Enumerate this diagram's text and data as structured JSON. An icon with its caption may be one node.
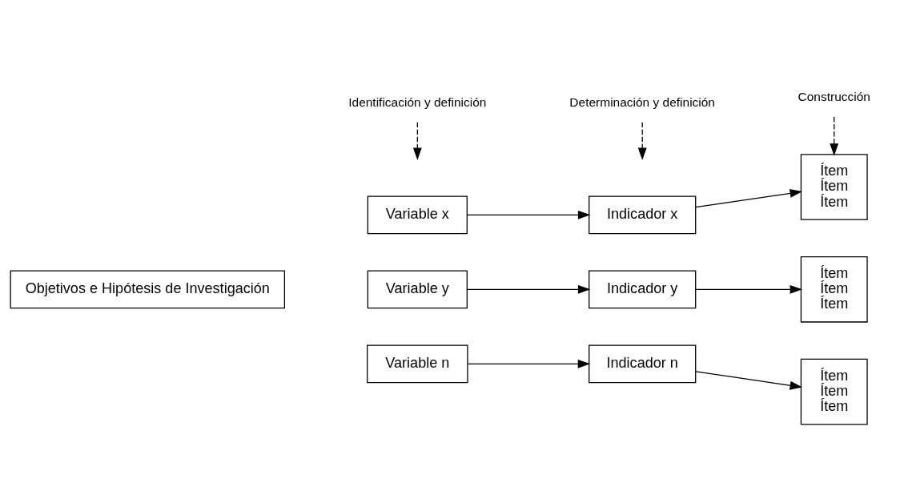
{
  "diagram": {
    "nodes": [
      {
        "text": [
          "Objetivos e Hipótesis de Investigación"
        ]
      },
      {
        "text": [
          "Identificación y definición"
        ]
      },
      {
        "text": [
          "Determinación y definición"
        ]
      },
      {
        "text": [
          "Construcción"
        ]
      },
      {
        "text": [
          "Variable x"
        ]
      },
      {
        "text": [
          "Indicador x"
        ]
      },
      {
        "text": [
          "Ítem",
          "Ítem",
          "Ítem"
        ]
      },
      {
        "text": [
          "Variable y"
        ]
      },
      {
        "text": [
          "Indicador y"
        ]
      },
      {
        "text": [
          "Ítem",
          "Ítem",
          "Ítem"
        ]
      },
      {
        "text": [
          "Variable n"
        ]
      },
      {
        "text": [
          "Indicador n"
        ]
      },
      {
        "text": [
          "Ítem",
          "Ítem",
          "Ítem"
        ]
      }
    ],
    "edges": [
      {
        "from": 1,
        "to": null,
        "arrow": "to",
        "style": "dashed"
      },
      {
        "from": 2,
        "to": null,
        "arrow": "to",
        "style": "dashed"
      },
      {
        "from": 3,
        "to": 6,
        "arrow": "to",
        "style": "dashed"
      },
      {
        "from": 4,
        "to": 5,
        "arrow": "to"
      },
      {
        "from": 5,
        "to": 6,
        "arrow": "to"
      },
      {
        "from": 7,
        "to": 8,
        "arrow": "to"
      },
      {
        "from": 8,
        "to": 9,
        "arrow": "to"
      },
      {
        "from": 10,
        "to": 11,
        "arrow": "to"
      },
      {
        "from": 11,
        "to": 12,
        "arrow": "to"
      }
    ]
  }
}
